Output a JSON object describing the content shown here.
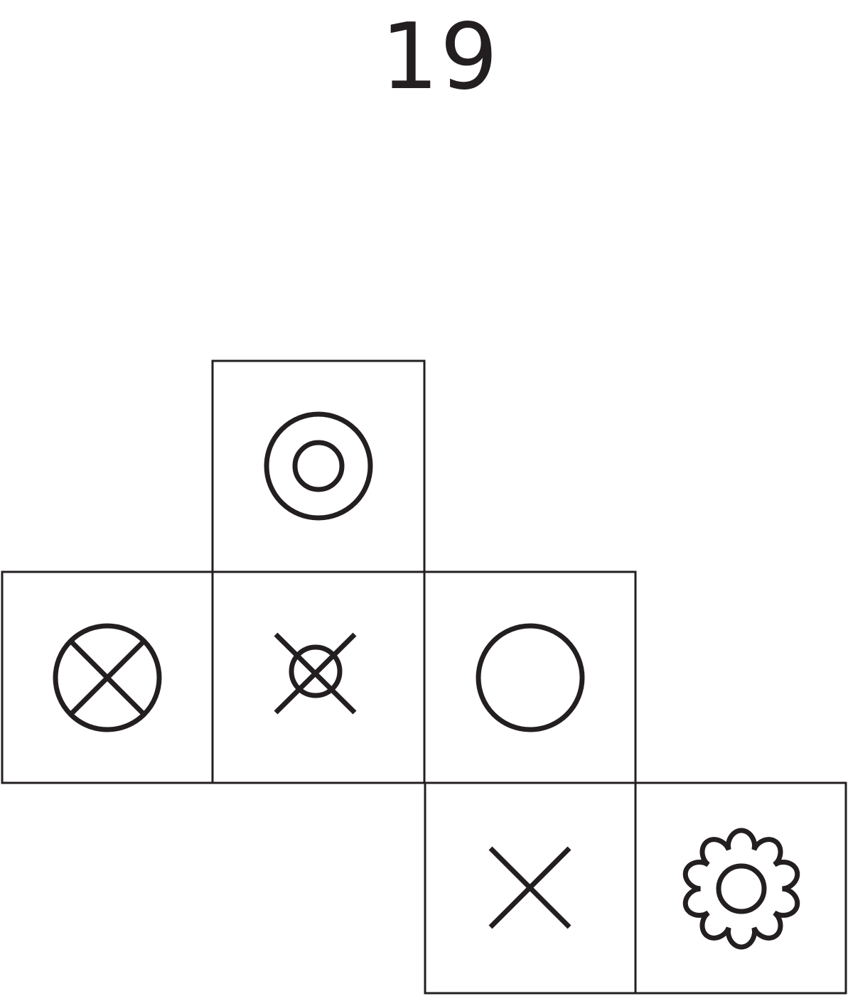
{
  "puzzle": {
    "number": "19"
  },
  "net": {
    "faces": [
      {
        "id": "top",
        "symbol": "concentric-circles-icon"
      },
      {
        "id": "left",
        "symbol": "circle-with-cross-icon"
      },
      {
        "id": "center",
        "symbol": "small-circle-with-cross-icon"
      },
      {
        "id": "right",
        "symbol": "circle-icon"
      },
      {
        "id": "bottom",
        "symbol": "cross-icon"
      },
      {
        "id": "bottom-right",
        "symbol": "flower-icon"
      }
    ]
  },
  "colors": {
    "ink": "#231f20",
    "background": "#ffffff"
  }
}
